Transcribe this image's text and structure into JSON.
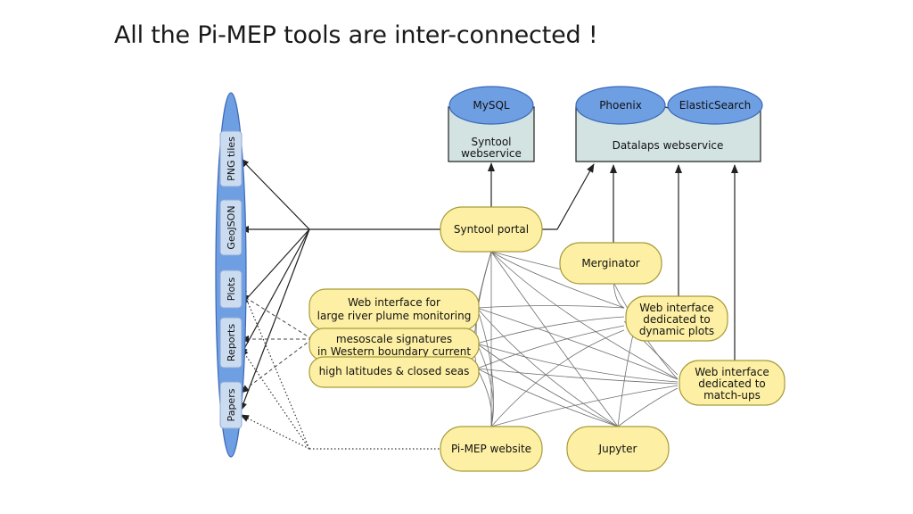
{
  "title": "All the Pi-MEP tools are inter-connected !",
  "outputs": [
    "PNG tiles",
    "GeoJSON",
    "Plots",
    "Reports",
    "Papers"
  ],
  "databases": {
    "mysql": "MySQL",
    "phoenix": "Phoenix",
    "elasticsearch": "ElasticSearch"
  },
  "services": {
    "syntool_webservice": [
      "Syntool",
      "webservice"
    ],
    "datalaps_webservice": "Datalaps webservice"
  },
  "tools": {
    "syntool_portal": [
      "Syntool portal"
    ],
    "merginator": [
      "Merginator"
    ],
    "web_river": [
      "Web interface for",
      "large river plume monitoring"
    ],
    "web_mesoscale": [
      "mesoscale signatures",
      "in Western boundary current"
    ],
    "web_highlat": [
      "high latitudes & closed seas"
    ],
    "web_dynamic": [
      "Web interface",
      "dedicated to",
      "dynamic plots"
    ],
    "web_matchups": [
      "Web interface",
      "dedicated to",
      "match-ups"
    ],
    "pimep_website": [
      "Pi-MEP website"
    ],
    "jupyter": [
      "Jupyter"
    ]
  },
  "colors": {
    "tool_fill": "#fdf0a4",
    "tool_stroke": "#a89b3a",
    "db_fill": "#6f9fe3",
    "service_fill": "#d3e3e2",
    "output_fill": "#6f9fe3",
    "line": "#222222"
  }
}
